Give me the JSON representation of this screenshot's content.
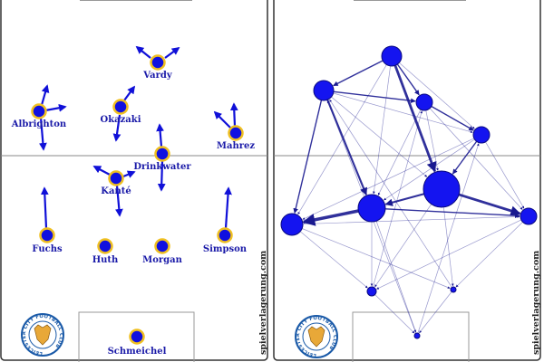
{
  "left_panel": {
    "players": [
      {
        "name": "Vardy"
      },
      {
        "name": "Albrighton"
      },
      {
        "name": "Okazaki"
      },
      {
        "name": "Mahrez"
      },
      {
        "name": "Drinkwater"
      },
      {
        "name": "Kanté"
      },
      {
        "name": "Fuchs"
      },
      {
        "name": "Huth"
      },
      {
        "name": "Morgan"
      },
      {
        "name": "Simpson"
      },
      {
        "name": "Schmeichel"
      }
    ]
  },
  "right_panel": {
    "edges": [
      [
        0,
        1,
        2
      ],
      [
        0,
        2,
        2
      ],
      [
        0,
        4,
        4
      ],
      [
        0,
        5,
        1
      ],
      [
        0,
        6,
        1
      ],
      [
        0,
        3,
        1
      ],
      [
        1,
        2,
        2
      ],
      [
        1,
        5,
        3
      ],
      [
        1,
        6,
        2
      ],
      [
        1,
        4,
        1
      ],
      [
        1,
        3,
        1
      ],
      [
        2,
        3,
        2
      ],
      [
        2,
        4,
        1
      ],
      [
        2,
        5,
        1
      ],
      [
        2,
        7,
        1
      ],
      [
        3,
        4,
        2
      ],
      [
        3,
        5,
        1
      ],
      [
        3,
        6,
        1
      ],
      [
        3,
        7,
        1
      ],
      [
        4,
        5,
        3
      ],
      [
        4,
        7,
        4
      ],
      [
        4,
        8,
        1
      ],
      [
        4,
        9,
        1
      ],
      [
        5,
        6,
        5
      ],
      [
        5,
        7,
        2
      ],
      [
        5,
        8,
        1
      ],
      [
        5,
        10,
        1
      ],
      [
        6,
        7,
        1
      ],
      [
        6,
        8,
        1
      ],
      [
        6,
        9,
        1
      ],
      [
        7,
        8,
        1
      ],
      [
        7,
        9,
        1
      ],
      [
        8,
        10,
        1
      ],
      [
        9,
        10,
        1
      ],
      [
        8,
        2,
        1
      ],
      [
        9,
        1,
        1
      ],
      [
        10,
        1,
        1
      ],
      [
        10,
        3,
        1
      ]
    ]
  },
  "watermark": "spielverlagerung.com",
  "crest_text": "LEICESTER CITY FOOTBALL CLUB",
  "colors": {
    "player": "#1010e0",
    "ring": "#f0c020",
    "edge": "#1a1a90",
    "node": "#1414f0"
  }
}
